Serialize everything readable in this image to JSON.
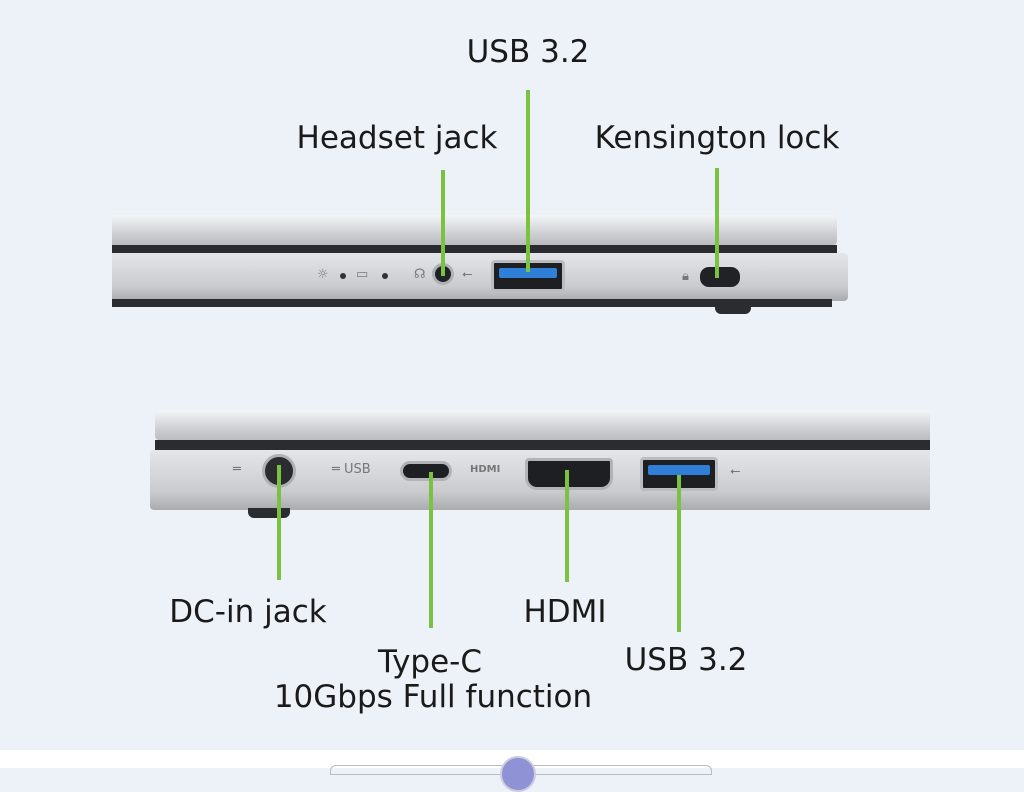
{
  "labels": {
    "top_usb": "USB 3.2",
    "headset": "Headset jack",
    "kensington": "Kensington lock",
    "dc_in": "DC-in jack",
    "hdmi": "HDMI",
    "type_c": "Type-C",
    "type_c_sub": "10Gbps Full function",
    "bottom_usb": "USB 3.2"
  },
  "colors": {
    "background": "#edf2f9",
    "callout_line": "#7cc242",
    "usb_port": "#2f7fd6"
  }
}
